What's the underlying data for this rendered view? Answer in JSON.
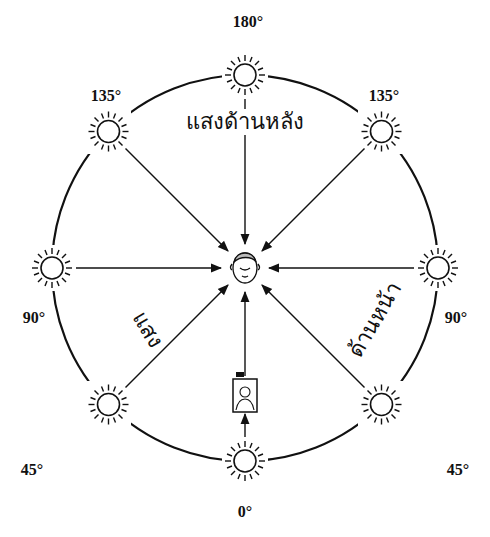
{
  "diagram": {
    "labels": [
      "180°",
      "135°",
      "135°",
      "แสงด้านหลัง",
      "90°",
      "90°",
      "แสง",
      "ด้านหน้า",
      "45°",
      "45°",
      "0°"
    ]
  }
}
